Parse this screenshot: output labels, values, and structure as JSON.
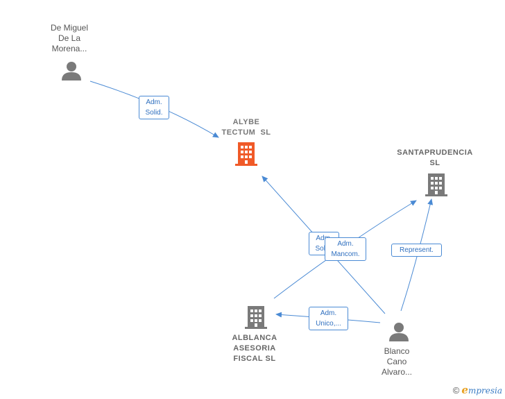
{
  "nodes": {
    "de_miguel": {
      "label": "De Miguel\nDe La\nMorena..."
    },
    "alybe": {
      "label": "ALYBE\nTECTUM  SL"
    },
    "santaprudencia": {
      "label": "SANTAPRUDENCIA\nSL"
    },
    "alblanca": {
      "label": "ALBLANCA\nASESORIA\nFISCAL SL"
    },
    "blanco": {
      "label": "Blanco\nCano\nAlvaro..."
    }
  },
  "edges": {
    "adm_solid_1": "Adm.\nSolid.",
    "adm_solid_2": "Adm.\nSolid.",
    "adm_mancom": "Adm.\nMancom.",
    "represent": "Represent.",
    "adm_unico": "Adm.\nUnico,..."
  },
  "footer": {
    "copyright": "©",
    "brand_initial": "e",
    "brand_rest": "mpresia"
  },
  "colors": {
    "edge": "#4a8ad4",
    "company": "#7a7a7a",
    "company_main": "#f05a28",
    "person": "#7a7a7a"
  }
}
